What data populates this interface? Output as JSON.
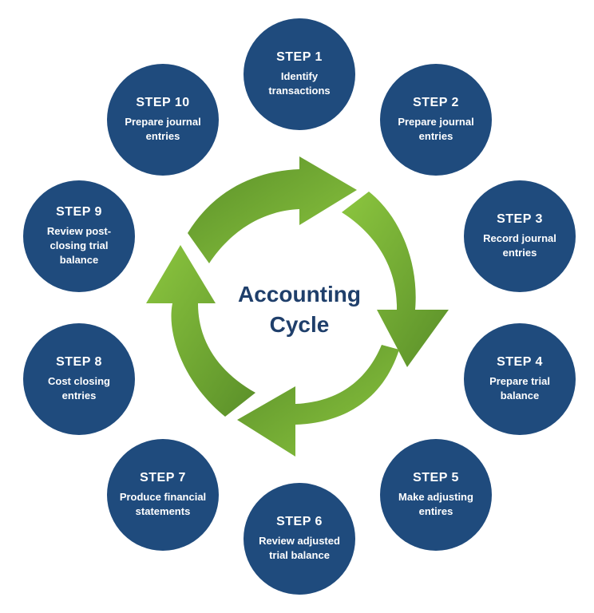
{
  "center": {
    "line1": "Accounting",
    "line2": "Cycle"
  },
  "steps": [
    {
      "label": "STEP 1",
      "desc": "Identify transactions"
    },
    {
      "label": "STEP 2",
      "desc": "Prepare journal entries"
    },
    {
      "label": "STEP 3",
      "desc": "Record journal entries"
    },
    {
      "label": "STEP 4",
      "desc": "Prepare trial balance"
    },
    {
      "label": "STEP 5",
      "desc": "Make adjusting entires"
    },
    {
      "label": "STEP 6",
      "desc": "Review adjusted trial balance"
    },
    {
      "label": "STEP 7",
      "desc": "Produce financial statements"
    },
    {
      "label": "STEP 8",
      "desc": "Cost closing entries"
    },
    {
      "label": "STEP 9",
      "desc": "Review post-closing trial balance"
    },
    {
      "label": "STEP 10",
      "desc": "Prepare journal entries"
    }
  ],
  "colors": {
    "circle": "#1f4b7d",
    "arrow_light": "#8cc63f",
    "arrow_dark": "#5a8f29",
    "title": "#1f3f6b"
  }
}
